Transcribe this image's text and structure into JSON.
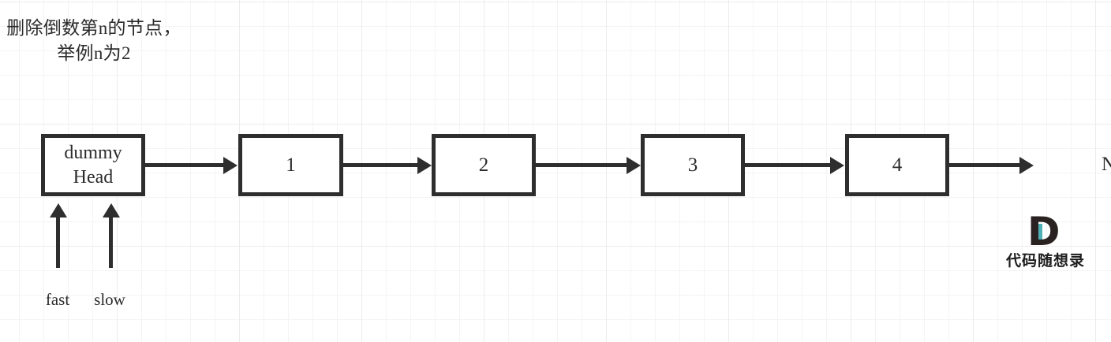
{
  "title": {
    "text": "删除倒数第n的节点，举例n为2"
  },
  "diagram": {
    "nodes": [
      {
        "label": "dummy\nHead"
      },
      {
        "label": "1"
      },
      {
        "label": "2"
      },
      {
        "label": "3"
      },
      {
        "label": "4"
      }
    ],
    "tail_label": "N",
    "pointers": [
      {
        "label": "fast"
      },
      {
        "label": "slow"
      }
    ]
  },
  "logo": {
    "mark": "D",
    "text": "代码随想录",
    "mark_color": "#2a2220",
    "accent_color": "#4eafb4"
  },
  "colors": {
    "ink": "#2e2e2e",
    "grid_minor": "#f4f4f4",
    "grid_major": "#ececec",
    "background": "#ffffff"
  }
}
